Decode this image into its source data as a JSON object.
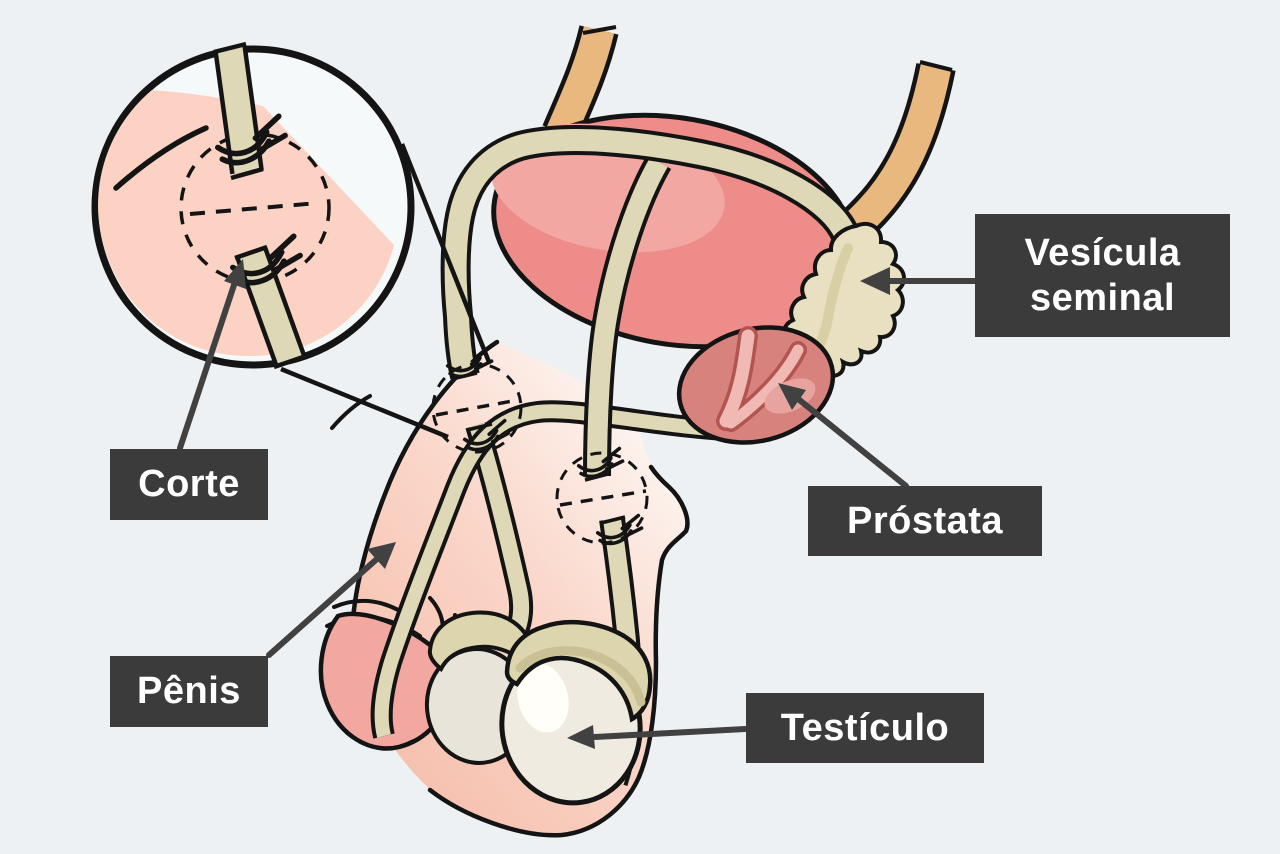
{
  "diagram": {
    "kind": "male-reproductive-system-vasectomy-illustration",
    "labels": {
      "corte": "Corte",
      "penis": "Pênis",
      "testiculo": "Testículo",
      "prostata": "Próstata",
      "vesicula_seminal": "Vesícula seminal"
    },
    "parts": [
      "bladder",
      "ureter-left",
      "ureter-right",
      "vas-deferens-left",
      "vas-deferens-right",
      "seminal-vesicle",
      "prostate",
      "urethra",
      "penis-shaft",
      "glans",
      "scrotum",
      "testicle-front",
      "testicle-back",
      "epididymis",
      "incision-site-left",
      "incision-site-right",
      "magnifier-inset-cut-vas"
    ],
    "colors": {
      "background": "#edf1f3",
      "inset_bg": "#f6f9fa",
      "label_bg": "#3b3b3b",
      "label_text": "#ffffff",
      "outline": "#141414",
      "arrow": "#414141",
      "skin_dark": "#f6c0ae",
      "skin_mid": "#fad6c9",
      "skin_light": "#fdf4ef",
      "inset_skin": "#fbd2c3",
      "bladder": "#ed8c89",
      "bladder_highlight": "#f3a7a3",
      "ureter": "#e9b87e",
      "tube": "#ded8b6",
      "seminal_vesicle": "#e8e0c0",
      "seminal_vesicle_shade": "#d8cfa4",
      "prostate": "#d8827e",
      "prostate_channel": "#f1b9b4",
      "prostate_channel_edge": "#b25450",
      "prostate_highlight": "#e7a49f",
      "glans": "#f2a7a0",
      "testicle_front": "#f0ebe0",
      "testicle_back": "#e8e4d9",
      "testicle_highlight": "#fffef8",
      "epididymis": "#ddd5ae",
      "epididymis_shade": "#c9c095"
    }
  }
}
